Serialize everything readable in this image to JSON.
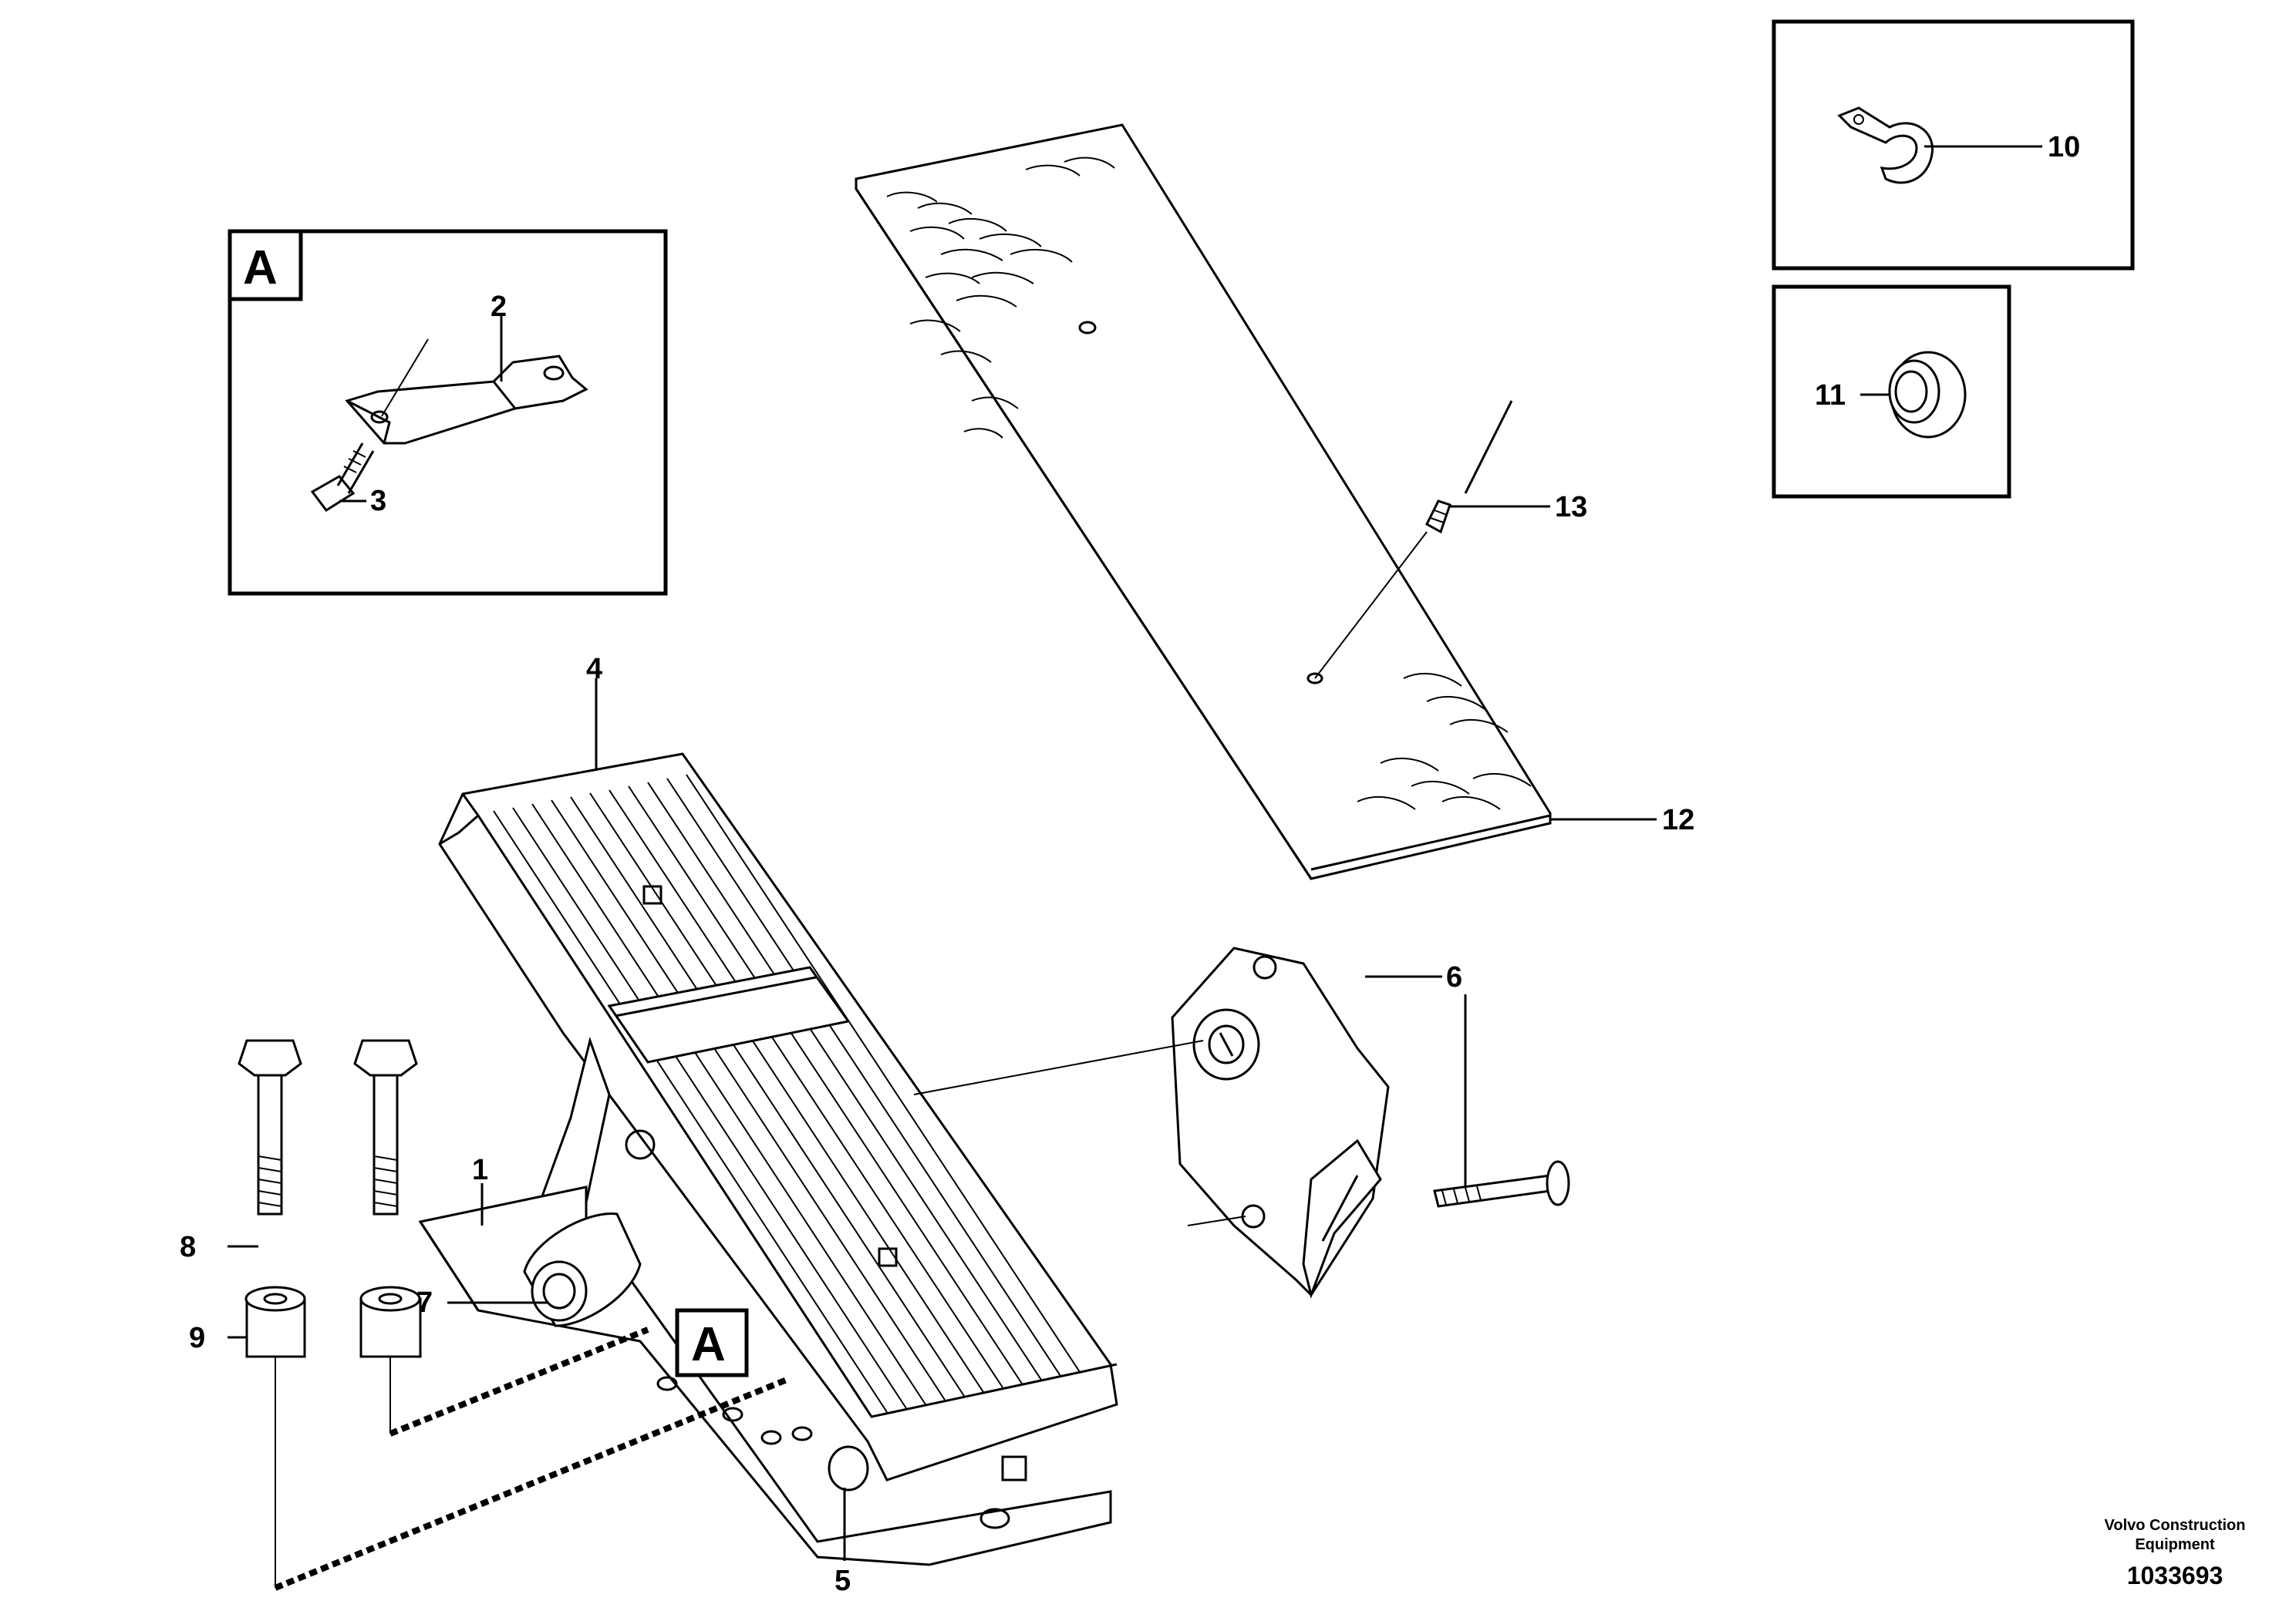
{
  "callouts": {
    "n1": "1",
    "n2": "2",
    "n3": "3",
    "n4": "4",
    "n5": "5",
    "n6": "6",
    "n7": "7",
    "n8": "8",
    "n9": "9",
    "n10": "10",
    "n11": "11",
    "n12": "12",
    "n13": "13"
  },
  "detail_markers": {
    "inset_letter": "A",
    "pedal_letter": "A"
  },
  "footer": {
    "brand_line1": "Volvo Construction",
    "brand_line2": "Equipment",
    "reference_number": "1033693"
  }
}
